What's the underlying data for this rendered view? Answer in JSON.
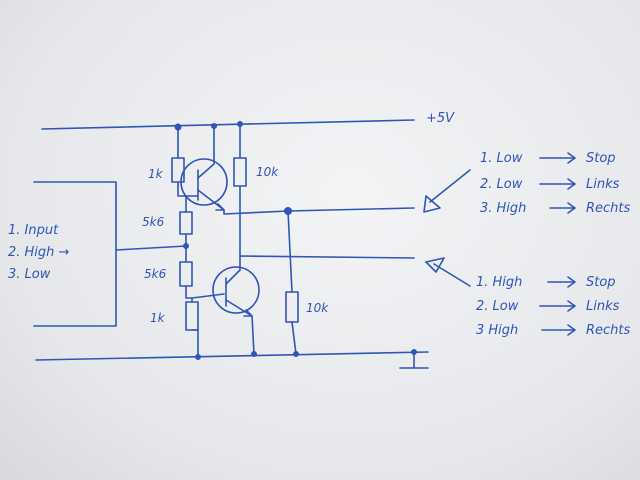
{
  "supply": "+5V",
  "components": {
    "r_top_left": "1k",
    "r_top_right": "10k",
    "r_mid_1": "5k6",
    "r_mid_2": "5k6",
    "r_bottom_left": "1k",
    "r_bottom_right": "10k"
  },
  "input_table": [
    "1. Input",
    "2. High →",
    "3. Low"
  ],
  "output_upper": [
    {
      "state": "1. Low",
      "result": "Stop"
    },
    {
      "state": "2. Low",
      "result": "Links"
    },
    {
      "state": "3. High",
      "result": "Rechts"
    }
  ],
  "output_lower": [
    {
      "state": "1. High",
      "result": "Stop"
    },
    {
      "state": "2. Low",
      "result": "Links"
    },
    {
      "state": "3 High",
      "result": "Rechts"
    }
  ],
  "colors": {
    "ink": "#2f55b8",
    "paper": "#e9eaec"
  }
}
